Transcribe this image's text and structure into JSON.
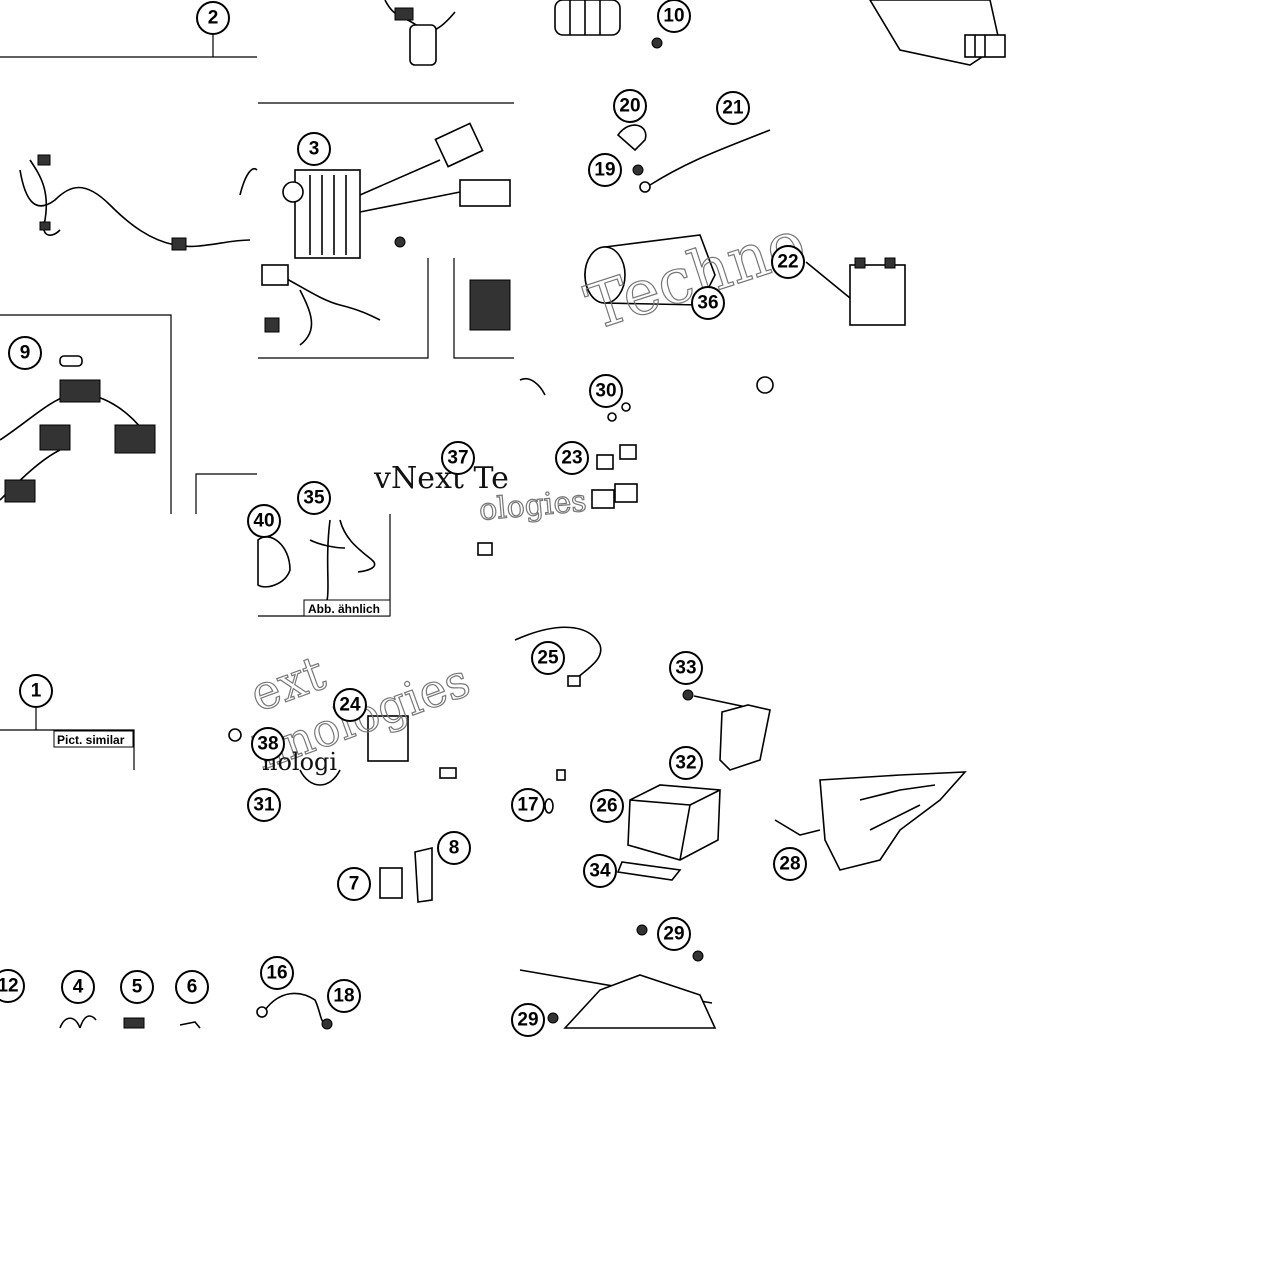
{
  "callouts": [
    "1",
    "2",
    "3",
    "4",
    "5",
    "6",
    "7",
    "8",
    "9",
    "10",
    "12",
    "16",
    "17",
    "18",
    "19",
    "20",
    "21",
    "22",
    "23",
    "24",
    "25",
    "26",
    "28",
    "29",
    "29",
    "30",
    "31",
    "32",
    "33",
    "34",
    "35",
    "36",
    "37",
    "38",
    "40"
  ],
  "notes": {
    "de": "Abb. ähnlich",
    "en": "Pict. similar"
  },
  "watermark": {
    "brand": "vNext Technologies",
    "fragment_a": "Techno",
    "fragment_b": "vNext Te",
    "fragment_c": "ologies",
    "fragment_d": "ext",
    "fragment_e": "hnologies",
    "fragment_f": "nologi"
  },
  "colors": {
    "line": "#000000",
    "background": "#ffffff",
    "watermark": "#777777"
  }
}
